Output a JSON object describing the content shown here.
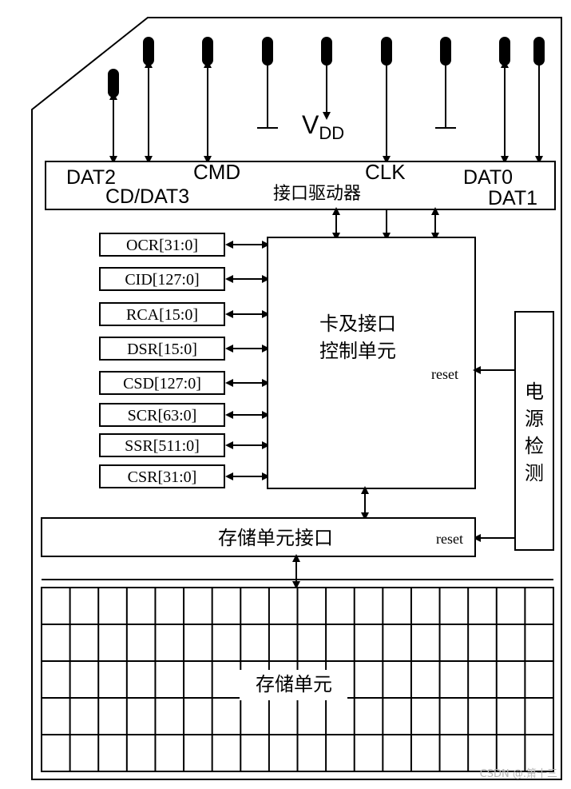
{
  "pins": {
    "vdd_main": "V",
    "vdd_sub": "DD",
    "dat2": "DAT2",
    "cd_dat3": "CD/DAT3",
    "cmd": "CMD",
    "clk": "CLK",
    "dat0": "DAT0",
    "dat1": "DAT1"
  },
  "blocks": {
    "interface_driver": "接口驱动器",
    "controller_line1": "卡及接口",
    "controller_line2": "控制单元",
    "power_detect": [
      "电",
      "源",
      "检",
      "测"
    ],
    "storage_interface": "存储单元接口",
    "storage": "存储单元"
  },
  "registers": [
    "OCR[31:0]",
    "CID[127:0]",
    "RCA[15:0]",
    "DSR[15:0]",
    "CSD[127:0]",
    "SCR[63:0]",
    "SSR[511:0]",
    "CSR[31:0]"
  ],
  "signals": {
    "reset_controller": "reset",
    "reset_storage": "reset"
  },
  "watermark": "CSDN @.箫十三"
}
